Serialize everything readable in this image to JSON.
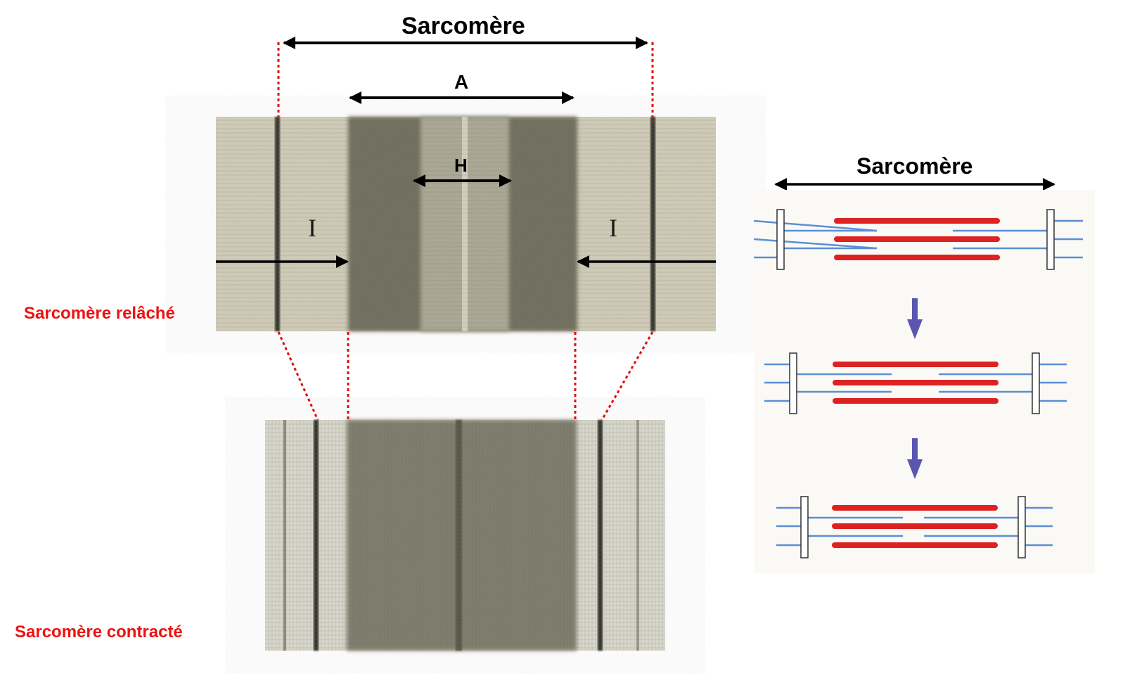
{
  "labels": {
    "sarcomere_top": "Sarcomère",
    "band_a": "A",
    "band_h": "H",
    "band_i_left": "I",
    "band_i_right": "I",
    "relaxed": "Sarcomère relâché",
    "contracted": "Sarcomère contracté",
    "sarcomere_schema": "Sarcomère"
  },
  "colors": {
    "red_label": "#ee1111",
    "guide_red": "#dd1111",
    "myosin_red": "#dd2222",
    "actin_blue": "#5b8fd6",
    "step_arrow_purple": "#5a55b0",
    "micrograph_base": "#c9c6b2",
    "dark_band": "#575545",
    "z_line": "#2a2a24"
  },
  "icons": {
    "step_arrow": "down-arrow-icon",
    "dimension_arrow": "double-headed-arrow-icon"
  }
}
